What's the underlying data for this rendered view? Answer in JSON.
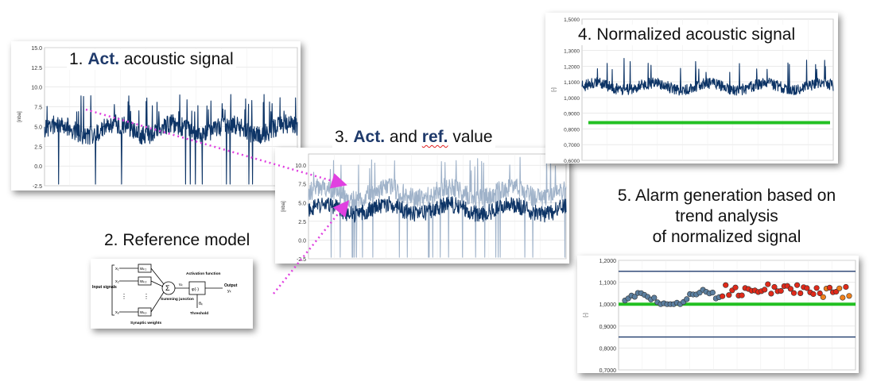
{
  "captions": {
    "step1": {
      "num": "1.",
      "bold": "Act.",
      "rest": "acoustic signal"
    },
    "step2": {
      "text": "2. Reference model"
    },
    "step3": {
      "num": "3.",
      "bold1": "Act.",
      "mid": "and",
      "bold2": "ref.",
      "rest": "value"
    },
    "step4": {
      "text": "4. Normalized acoustic signal"
    },
    "step5": {
      "line1": "5. Alarm generation based on",
      "line2": "trend analysis",
      "line3": "of normalized signal"
    }
  },
  "colors": {
    "signal": "#0d3466",
    "reference": "#9fb2c9",
    "threshold": "#22c022",
    "limit": "#1f3a6b",
    "arrow": "#e040e0",
    "alarm_red": "#e02a1a",
    "alarm_orange": "#f07f1a",
    "normal_marker": "#5b7fa0"
  },
  "chart_data": [
    {
      "id": "chart1",
      "type": "line",
      "ylabel": "[nba]",
      "ylim": [
        -2.5,
        15.0
      ],
      "yticks": [
        "15.0",
        "12.5",
        "10.0",
        "7.5",
        "5.0",
        "2.5",
        "0.0",
        "-2.5"
      ],
      "series": [
        {
          "values_description_min": -2.5,
          "baseline": 4.5
        }
      ]
    },
    {
      "id": "chart3",
      "type": "line",
      "ylabel": "[nba]",
      "ylim": [
        -2.5,
        11.5
      ],
      "yticks": [
        "10.0",
        "7.5",
        "5.0",
        "2.5",
        "0.0",
        "-2.5"
      ],
      "series": [
        {
          "baseline": 4.2
        },
        {
          "baseline": 6.5
        }
      ]
    },
    {
      "id": "chart4",
      "type": "line",
      "ylabel": "[-]",
      "ylim": [
        0.6,
        1.5
      ],
      "yticks": [
        "1,5000",
        "1,3000",
        "1,2000",
        "1,1000",
        "1,0000",
        "0,9000",
        "0,8000",
        "0,7000",
        "0,6000"
      ],
      "series": [
        {
          "baseline": 1.06
        }
      ],
      "threshold": 0.84
    },
    {
      "id": "chart5",
      "type": "scatter",
      "ylabel": "[-]",
      "ylim": [
        0.7,
        1.2
      ],
      "yticks": [
        "1,2000",
        "1,1000",
        "1,0000",
        "0,9000",
        "0,8000",
        "0,7000"
      ],
      "upper_limit": 1.15,
      "lower_limit": 0.85,
      "reference_line": 1.0
    }
  ],
  "neural_model": {
    "inputs_label": "Input signals",
    "inputs": [
      "x₁",
      "x₂",
      "xₚ"
    ],
    "weights": [
      "wₖ₁",
      "wₖ₂",
      "wₖₚ"
    ],
    "weights_label": "Synaptic weights",
    "sum_symbol": "Σ",
    "junction_label": "Summing junction",
    "activation_label": "Activation function",
    "activation_symbol": "φ(·)",
    "induced_field": "vₖ",
    "threshold_symbol": "θₖ",
    "threshold_label": "Threshold",
    "output_label": "Output",
    "output_symbol": "yₖ",
    "dots": "⋮"
  }
}
